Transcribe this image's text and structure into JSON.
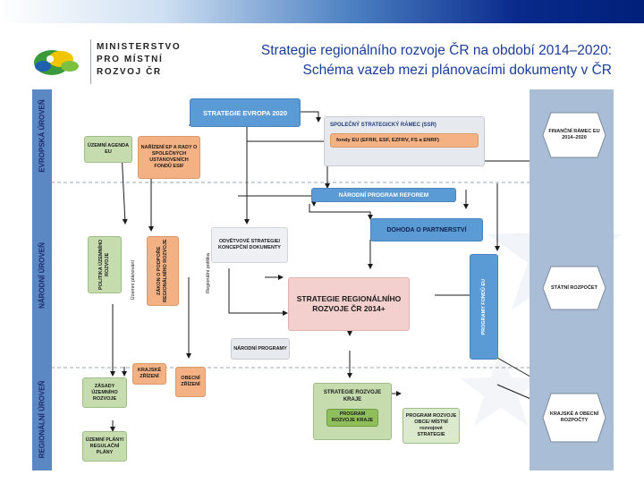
{
  "header": {
    "ministry": [
      "MINISTERSTVO",
      "PRO MÍSTNÍ",
      "ROZVOJ ČR"
    ],
    "title_line1": "Strategie regionálního rozvoje ČR na období 2014–2020:",
    "title_line2": "Schéma vazeb mezi plánovacími dokumenty v ČR"
  },
  "levels": {
    "eu": "EVROPSKÁ ÚROVEŇ",
    "national": "NÁRODNÍ ÚROVEŇ",
    "regional": "REGIONÁLNÍ ÚROVEŇ"
  },
  "nodes": {
    "strategie_evropa": "STRATEGIE EVROPA 2020",
    "uzemni_agenda": "ÚZEMNÍ AGENDA EU",
    "narizeni": "NAŘÍZENÍ EP A RADY O SPOLEČNÝCH USTANOVENÍCH FONDŮ ESIF",
    "ssr": "SPOLEČNÝ STRATEGICKÝ RÁMEC (SSR)",
    "fondy": "fondy EU (EFRR, ESF, EZFRV, FS a ENRF)",
    "financni_ramec": "FINANČNÍ RÁMEC EU 2014–2020",
    "narodni_program_reforem": "NÁRODNÍ PROGRAM REFOREM",
    "dohoda": "DOHODA O PARTNERSTVÍ",
    "politika_uzemniho_rozvoje": "POLITIKA ÚZEMNÍHO ROZVOJE",
    "zakon": "ZÁKON O PODPOŘE REGIONÁLNÍHO ROZVOJE",
    "uzemni_planovani": "Územní plánování",
    "regionalni_politika": "Regionální politika",
    "odvetvove": "ODVĚTVOVÉ STRATEGIE/ KONCEPČNÍ DOKUMENTY",
    "srr": "STRATEGIE REGIONÁLNÍHO ROZVOJE ČR 2014+",
    "programy_fondu": "PROGRAMY FONDŮ EU",
    "statni_rozpocet": "STÁTNÍ ROZPOČET",
    "narodni_programy": "NÁRODNÍ PROGRAMY",
    "krajske_zrizeni": "KRAJSKÉ ZŘÍZENÍ",
    "obecni_zrizeni": "OBECNÍ ZŘÍZENÍ",
    "zasady": "ZÁSADY ÚZEMNÍHO ROZVOJE",
    "strategie_kraje": "STRATEGIE ROZVOJE KRAJE",
    "program_kraje": "PROGRAM ROZVOJE KRAJE",
    "program_obce": "PROGRAM ROZVOJE OBCE/ MÍSTNÍ rozvojové STRATEGIE",
    "krajske_obecni_rozpocty": "KRAJSKÉ A OBECNÍ ROZPOČTY",
    "uzemni_plany": "ÚZEMNÍ PLÁNY/ REGULAČNÍ PLÁNY"
  },
  "colors": {
    "topbar_dark": "#00207a",
    "title_blue": "#1a3d9a",
    "level_band": "#5b87c2",
    "right_band": "#a9bdd6",
    "node_blue": "#5b9bd5",
    "node_green": "#c6dcae",
    "node_orange": "#f4b183",
    "node_pink": "#f3cfcd"
  }
}
